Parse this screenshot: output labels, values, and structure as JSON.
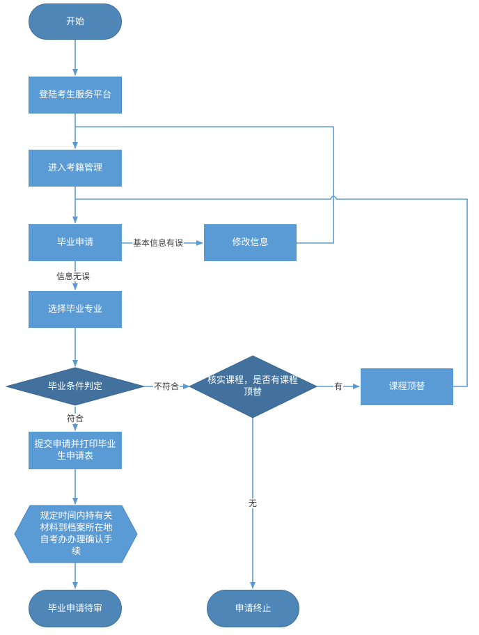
{
  "diagram": {
    "nodes": {
      "start": "开始",
      "login": "登陆考生服务平台",
      "enter_registry": "进入考籍管理",
      "grad_apply": "毕业申请",
      "modify_info": "修改信息",
      "choose_major": "选择毕业专业",
      "judge_condition": "毕业条件判定",
      "check_course": "核实课程，是否有课程顶替",
      "course_replace": "课程顶替",
      "submit_print": "提交申请并打印毕业生申请表",
      "handle_docs": "规定时间内持有关材料到档案所在地自考办办理确认手续",
      "pending_review": "毕业申请待审",
      "terminate": "申请终止"
    },
    "edges": {
      "info_error": "基本信息有误",
      "info_ok": "信息无误",
      "not_meet": "不符合",
      "meet": "符合",
      "has_replace": "有",
      "no_replace": "无"
    },
    "colors": {
      "fill": "#5b9bd5",
      "pill_fill": "#4f86b8",
      "diamond_fill": "#41719c",
      "line": "#5b9bd5"
    }
  }
}
